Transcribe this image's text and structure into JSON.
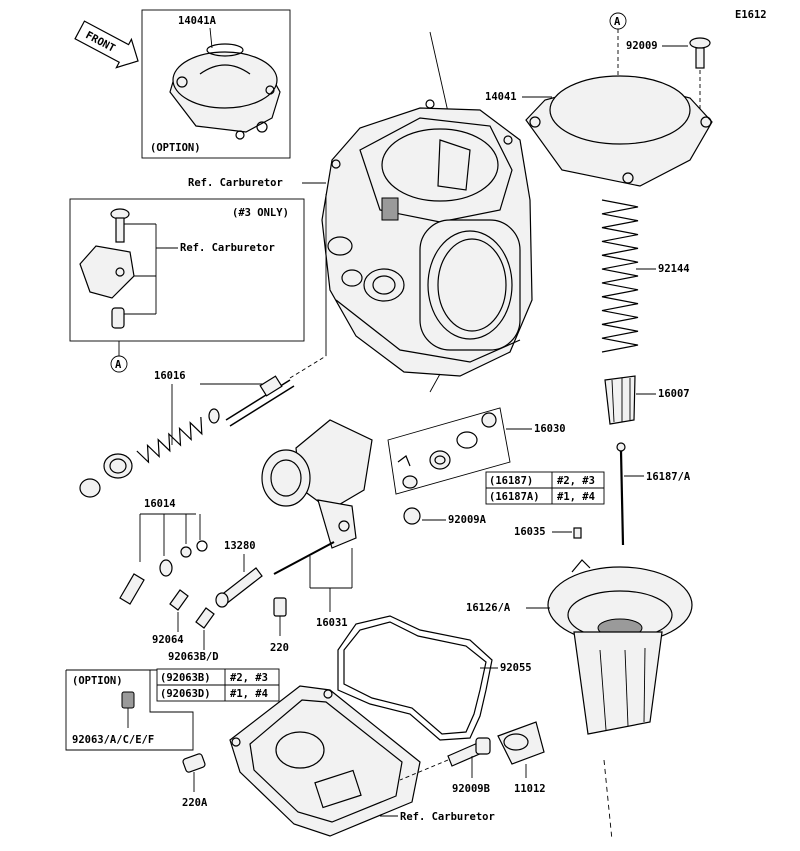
{
  "diagram_code": "E1612",
  "callouts": {
    "c14041A": "14041A",
    "option_top": "(OPTION)",
    "c92009": "92009",
    "c14041": "14041",
    "ref_carb_1": "Ref. Carburetor",
    "only3": "(#3 ONLY)",
    "ref_carb_2": "Ref. Carburetor",
    "c92144": "92144",
    "c16016": "16016",
    "c16007": "16007",
    "c16030": "16030",
    "c16187A": "16187/A",
    "c92009A": "92009A",
    "c16035": "16035",
    "c16014": "16014",
    "c13280": "13280",
    "c16126A": "16126/A",
    "c16031": "16031",
    "c220": "220",
    "c92064": "92064",
    "c92063BD": "92063B/D",
    "c92055": "92055",
    "option_low": "(OPTION)",
    "c92063ACEF": "92063/A/C/E/F",
    "c220A": "220A",
    "c92009B": "92009B",
    "c11012": "11012",
    "ref_carb_3": "Ref. Carburetor"
  },
  "circle_refs": {
    "ref_a_top": "A",
    "ref_a_left": "A"
  },
  "front_tag": "FRONT",
  "table_16187": [
    {
      "part": "(16187)",
      "cyl": "#2, #3"
    },
    {
      "part": "(16187A)",
      "cyl": "#1, #4"
    }
  ],
  "table_92063": [
    {
      "part": "(92063B)",
      "cyl": "#2, #3"
    },
    {
      "part": "(92063D)",
      "cyl": "#1, #4"
    }
  ]
}
